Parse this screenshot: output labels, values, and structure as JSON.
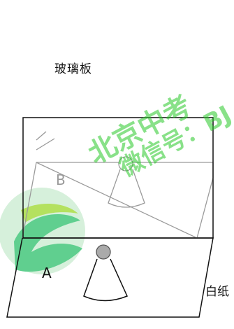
{
  "labels": {
    "glass_plate": "玻璃板",
    "white_paper": "白纸",
    "candle_a": "A",
    "candle_b": "B"
  },
  "watermark": {
    "line1": "北京中考",
    "line2": "微信号：BJ",
    "color": "#28c828"
  },
  "colors": {
    "line": "#111111",
    "reflection": "#9a9a9a",
    "logo_green": "#2cc06a",
    "logo_lime": "#9bd82a"
  }
}
